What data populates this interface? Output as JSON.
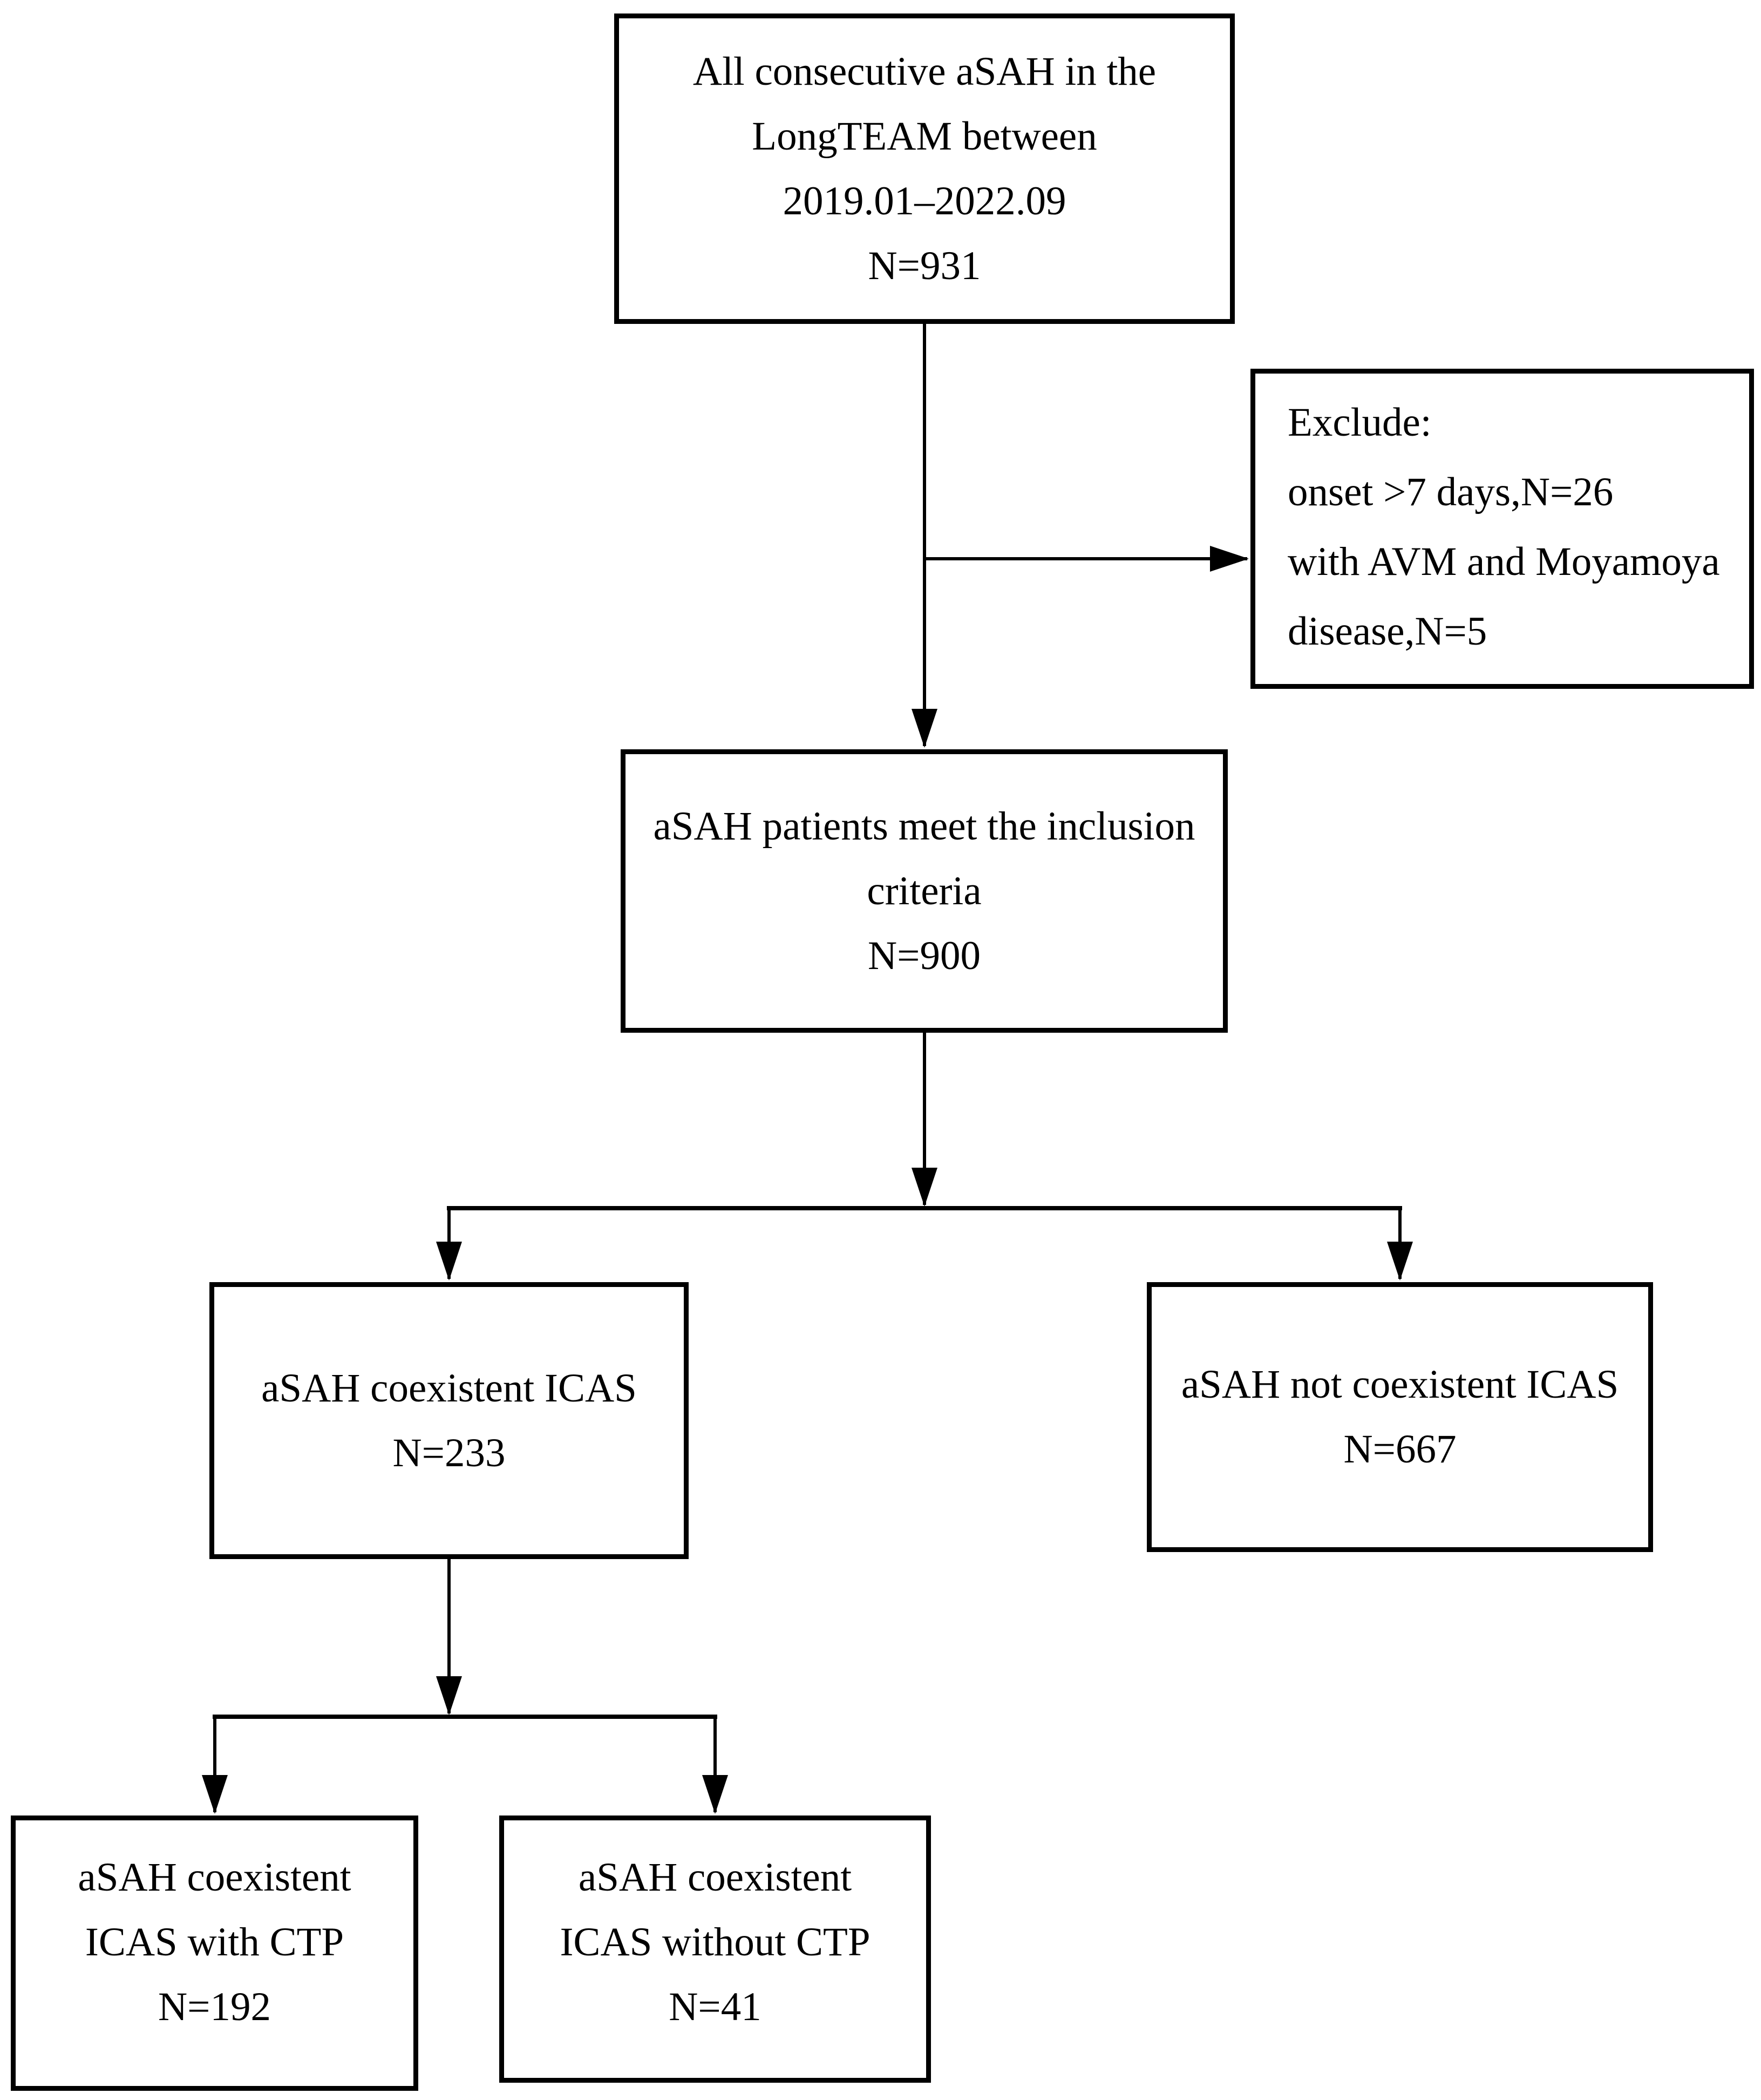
{
  "flowchart": {
    "colors": {
      "background": "#ffffff",
      "line": "#000000",
      "text": "#000000"
    },
    "boxes": {
      "all_asah": {
        "lines": [
          "All consecutive aSAH in the",
          "LongTEAM between",
          "2019.01–2022.09",
          "N=931"
        ]
      },
      "exclude": {
        "lines": [
          "Exclude:",
          "onset >7 days,N=26",
          "with AVM and Moyamoya",
          "disease,N=5"
        ]
      },
      "inclusion": {
        "lines": [
          "aSAH patients meet the inclusion",
          "criteria",
          "N=900"
        ]
      },
      "icas": {
        "lines": [
          "aSAH coexistent ICAS",
          "N=233"
        ]
      },
      "not_icas": {
        "lines": [
          "aSAH not coexistent ICAS",
          "N=667"
        ]
      },
      "icas_with_ctp": {
        "lines": [
          "aSAH coexistent",
          "ICAS with CTP",
          "N=192"
        ]
      },
      "icas_without_ctp": {
        "lines": [
          "aSAH coexistent",
          "ICAS without CTP",
          "N=41"
        ]
      }
    }
  }
}
